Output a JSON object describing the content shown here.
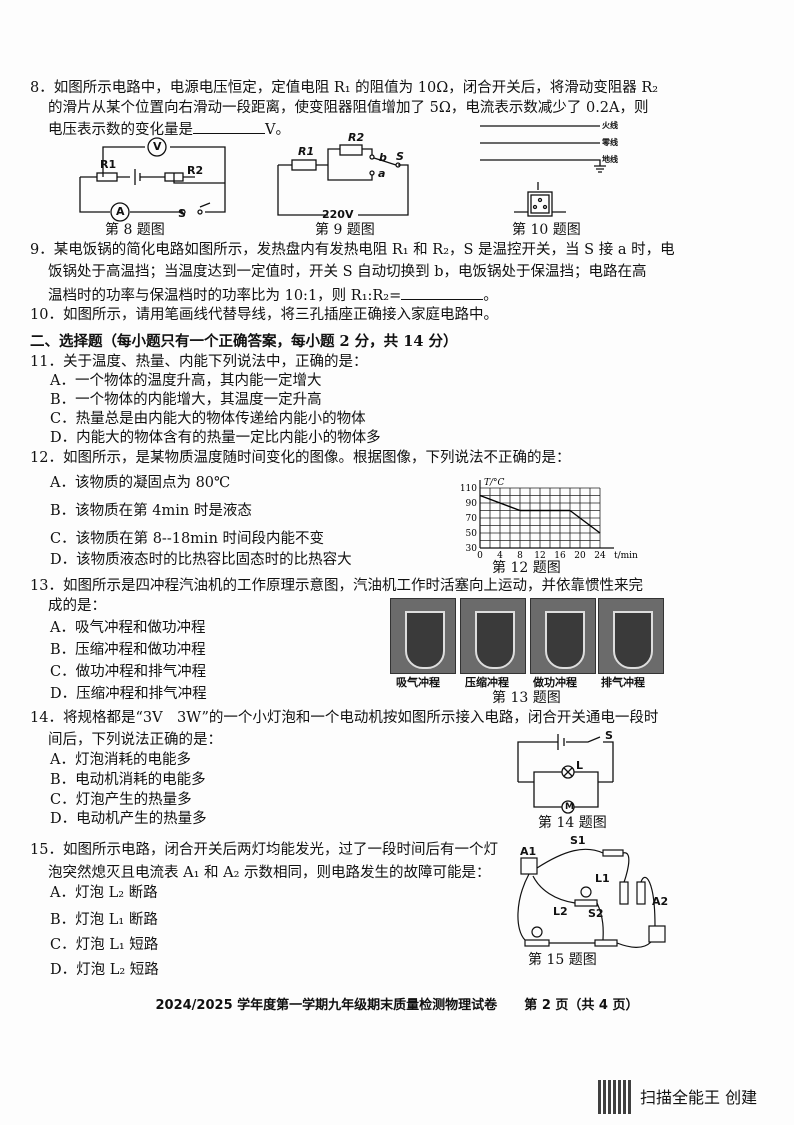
{
  "q8": {
    "lines": [
      "8．如图所示电路中，电源电压恒定，定值电阻 R₁ 的阻值为 10Ω，闭合开关后，将滑动变阻器 R₂",
      "的滑片从某个位置向右滑动一段距离，使变阻器阻值增加了 5Ω，电流表示数减少了 0.2A，则",
      "电压表示数的变化量是"
    ],
    "unit": "V。"
  },
  "fig8": {
    "caption": "第 8 题图",
    "labels": [
      "V",
      "R1",
      "R2",
      "A",
      "S"
    ]
  },
  "fig9": {
    "caption": "第 9 题图",
    "labels": [
      "R1",
      "R2",
      "b",
      "a",
      "S",
      "220V"
    ]
  },
  "fig10": {
    "caption": "第 10 题图",
    "wires": [
      "火线",
      "零线",
      "地线"
    ]
  },
  "q9": {
    "lines": [
      "9．某电饭锅的简化电路如图所示，发热盘内有发热电阻 R₁ 和 R₂，S 是温控开关，当 S 接 a 时，电",
      "饭锅处于高温挡；当温度达到一定值时，开关 S 自动切换到 b，电饭锅处于保温挡；电路在高",
      "温档时的功率与保温档时的功率比为 10:1，则 R₁:R₂="
    ],
    "end": "。"
  },
  "q10": {
    "text": "10．如图所示，请用笔画线代替导线，将三孔插座正确接入家庭电路中。"
  },
  "section2": {
    "title": "二、选择题（每小题只有一个正确答案，每小题 2 分，共 14 分）"
  },
  "q11": {
    "stem": "11．关于温度、热量、内能下列说法中，正确的是：",
    "options": [
      "A．一个物体的温度升高，其内能一定增大",
      "B．一个物体的内能增大，其温度一定升高",
      "C．热量总是由内能大的物体传递给内能小的物体",
      "D．内能大的物体含有的热量一定比内能小的物体多"
    ]
  },
  "q12": {
    "stem": "12．如图所示，是某物质温度随时间变化的图像。根据图像，下列说法不正确的是：",
    "options": [
      "A．该物质的凝固点为 80℃",
      "B．该物质在第 4min 时是液态",
      "C．该物质在第 8--18min 时间段内能不变",
      "D．该物质液态时的比热容比固态时的比热容大"
    ]
  },
  "chart_data": {
    "type": "line",
    "title": "第 12 题图",
    "xlabel": "t/min",
    "ylabel": "T/°C",
    "xticks": [
      0,
      4,
      8,
      12,
      16,
      20,
      24
    ],
    "yticks": [
      30,
      50,
      70,
      90,
      110
    ],
    "xlim": [
      0,
      24
    ],
    "ylim": [
      30,
      110
    ],
    "grid": true,
    "series": [
      {
        "name": "temperature",
        "x": [
          0,
          8,
          18,
          24
        ],
        "y": [
          100,
          80,
          80,
          50
        ]
      }
    ]
  },
  "q13": {
    "stem": [
      "13．如图所示是四冲程汽油机的工作原理示意图，汽油机工作时活塞向上运动，并依靠惯性来完",
      "成的是："
    ],
    "options": [
      "A．吸气冲程和做功冲程",
      "B．压缩冲程和做功冲程",
      "C．做功冲程和排气冲程",
      "D．压缩冲程和排气冲程"
    ],
    "figure_labels": [
      "吸气冲程",
      "压缩冲程",
      "做功冲程",
      "排气冲程"
    ],
    "caption": "第 13 题图"
  },
  "q14": {
    "stem": [
      "14．将规格都是“3V　3W”的一个小灯泡和一个电动机按如图所示接入电路，闭合开关通电一段时",
      "间后，下列说法正确的是："
    ],
    "options": [
      "A．灯泡消耗的电能多",
      "B．电动机消耗的电能多",
      "C．灯泡产生的热量多",
      "D．电动机产生的热量多"
    ],
    "caption": "第 14 题图",
    "labels": [
      "S",
      "L",
      "M"
    ]
  },
  "q15": {
    "stem": [
      "15．如图所示电路，闭合开关后两灯均能发光，过了一段时间后有一个灯",
      "泡突然熄灭且电流表 A₁ 和 A₂ 示数相同，则电路发生的故障可能是："
    ],
    "options": [
      "A．灯泡 L₂ 断路",
      "B．灯泡 L₁ 断路",
      "C．灯泡 L₁ 短路",
      "D．灯泡 L₂ 短路"
    ],
    "caption": "第 15 题图",
    "labels": [
      "A1",
      "S1",
      "L1",
      "L2",
      "S2",
      "A2"
    ]
  },
  "footer": {
    "exam": "2024/2025 学年度第一学期九年级期末质量检测物理试卷",
    "page": "第 2 页（共 4 页）"
  },
  "watermark": {
    "text": "扫描全能王 创建"
  }
}
